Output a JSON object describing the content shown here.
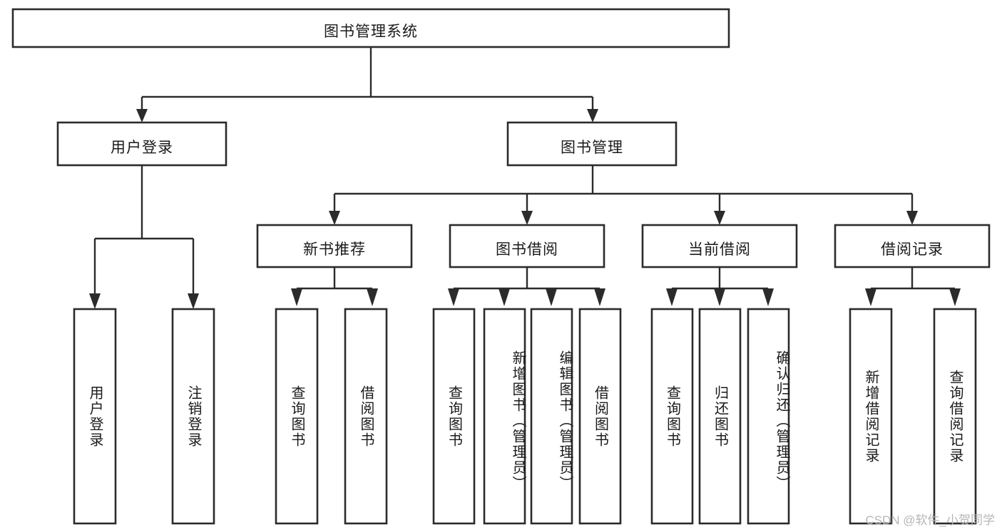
{
  "diagram": {
    "type": "hierarchy-tree",
    "title": "图书管理系统",
    "watermark": "CSDN @软件_小贺同学",
    "colors": {
      "stroke": "#2b2b2b",
      "fill": "#ffffff",
      "text": "#1a1a1a",
      "watermark": "#b6b6b6"
    },
    "root": {
      "label": "图书管理系统"
    },
    "level2": [
      {
        "label": "用户登录"
      },
      {
        "label": "图书管理"
      }
    ],
    "level3": [
      {
        "label": "新书推荐"
      },
      {
        "label": "图书借阅"
      },
      {
        "label": "当前借阅"
      },
      {
        "label": "借阅记录"
      }
    ],
    "leaves": {
      "user_login": [
        {
          "label": "用户登录"
        },
        {
          "label": "注销登录"
        }
      ],
      "new_book": [
        {
          "label": "查询图书"
        },
        {
          "label": "借阅图书"
        }
      ],
      "book_borrow": [
        {
          "label": "查询图书"
        },
        {
          "label": "新增图书（管理员）"
        },
        {
          "label": "编辑图书（管理员）"
        },
        {
          "label": "借阅图书"
        }
      ],
      "current_borrow": [
        {
          "label": "查询图书"
        },
        {
          "label": "归还图书"
        },
        {
          "label": "确认归还（管理员）"
        }
      ],
      "borrow_record": [
        {
          "label": "新增借阅记录"
        },
        {
          "label": "查询借阅记录"
        }
      ]
    }
  }
}
